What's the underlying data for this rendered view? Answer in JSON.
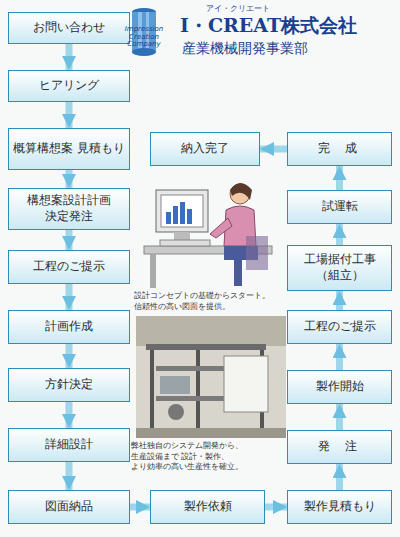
{
  "diagram": {
    "title": "I・CREAT株式会社",
    "nodes": [
      {
        "text": [
          "お問い合わせ"
        ]
      },
      {
        "text": [
          "ヒアリング"
        ]
      },
      {
        "text": [
          "概算構想案 見積もり"
        ]
      },
      {
        "text": [
          "構想案設計計画 決定発注"
        ]
      },
      {
        "text": [
          "工程のご提示"
        ]
      },
      {
        "text": [
          "計画作成"
        ]
      },
      {
        "text": [
          "方針決定"
        ]
      },
      {
        "text": [
          "詳細設計"
        ]
      },
      {
        "text": [
          "図面納品"
        ]
      },
      {
        "text": [
          "製作依頼"
        ]
      },
      {
        "text": [
          "製作見積もり"
        ]
      },
      {
        "text": [
          "発注"
        ]
      },
      {
        "text": [
          "製作開始"
        ]
      },
      {
        "text": [
          "工程のご提示"
        ]
      },
      {
        "text": [
          "工場据付工事 （組立）"
        ]
      },
      {
        "text": [
          "試運転"
        ]
      },
      {
        "text": [
          "完成"
        ]
      },
      {
        "text": [
          "納入完了"
        ]
      }
    ],
    "edges": [
      {
        "from": 0,
        "to": 1,
        "arrow": "to"
      },
      {
        "from": 1,
        "to": 2,
        "arrow": "to"
      },
      {
        "from": 2,
        "to": 3,
        "arrow": "to"
      },
      {
        "from": 3,
        "to": 4,
        "arrow": "to"
      },
      {
        "from": 4,
        "to": 5,
        "arrow": "to"
      },
      {
        "from": 5,
        "to": 6,
        "arrow": "to"
      },
      {
        "from": 6,
        "to": 7,
        "arrow": "to"
      },
      {
        "from": 7,
        "to": 8,
        "arrow": "to"
      },
      {
        "from": 8,
        "to": 9,
        "arrow": "to"
      },
      {
        "from": 9,
        "to": 10,
        "arrow": "to"
      },
      {
        "from": 10,
        "to": 11,
        "arrow": "to"
      },
      {
        "from": 11,
        "to": 12,
        "arrow": "to"
      },
      {
        "from": 12,
        "to": 13,
        "arrow": "to"
      },
      {
        "from": 13,
        "to": 14,
        "arrow": "to"
      },
      {
        "from": 14,
        "to": 15,
        "arrow": "to"
      },
      {
        "from": 15,
        "to": 16,
        "arrow": "to"
      },
      {
        "from": 16,
        "to": 17,
        "arrow": "to"
      }
    ],
    "labels": [
      "アイ・クリエート",
      "Impression Creation Company",
      "産業機械開発事業部",
      "設計コンセプトの基礎からスタート。 信頼性の高い図面を提供。",
      "弊社独自のシステム開発から、生産設備まで 設計・製作、より効率の高い生産性を確立。"
    ]
  }
}
